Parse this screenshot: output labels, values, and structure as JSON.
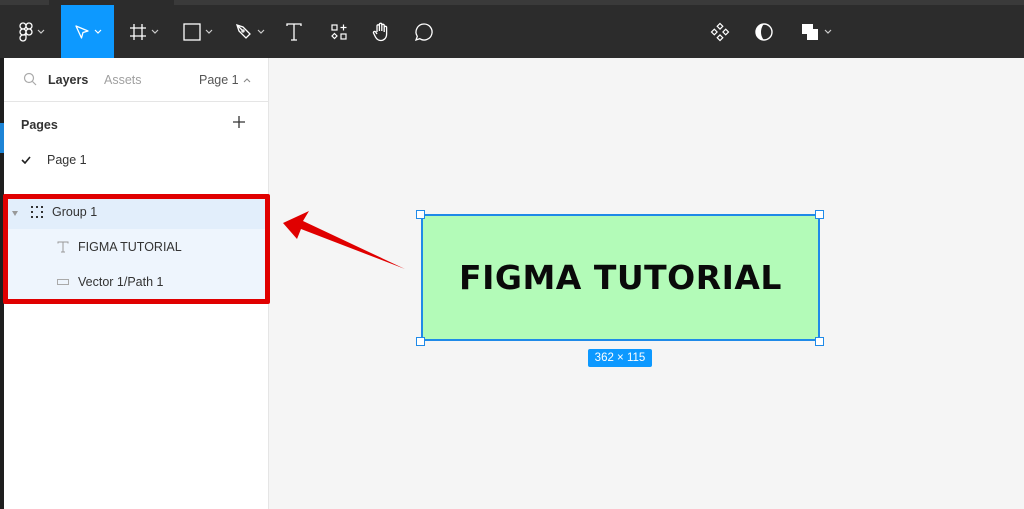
{
  "toolbar": {
    "tools": [
      {
        "name": "main-menu",
        "icon": "figma-logo-icon",
        "has_caret": true
      },
      {
        "name": "move-tool",
        "icon": "cursor-arrow-icon",
        "has_caret": true,
        "active": true
      },
      {
        "name": "frame-tool",
        "icon": "frame-hash-icon",
        "has_caret": true
      },
      {
        "name": "shape-tool",
        "icon": "rectangle-icon",
        "has_caret": true
      },
      {
        "name": "pen-tool",
        "icon": "pen-icon",
        "has_caret": true
      },
      {
        "name": "text-tool",
        "icon": "text-T-icon",
        "has_caret": false
      },
      {
        "name": "resources-tool",
        "icon": "components-grid-icon",
        "has_caret": false
      },
      {
        "name": "hand-tool",
        "icon": "hand-icon",
        "has_caret": false
      },
      {
        "name": "comment-tool",
        "icon": "speech-bubble-icon",
        "has_caret": false
      }
    ],
    "right_tools": [
      {
        "name": "create-component",
        "icon": "component-diamond-icon"
      },
      {
        "name": "mask",
        "icon": "contrast-circle-icon"
      },
      {
        "name": "boolean-ops",
        "icon": "union-squares-icon",
        "has_caret": true
      }
    ],
    "active_color": "#0d99ff"
  },
  "sidebar": {
    "tabs": {
      "layers": "Layers",
      "assets": "Assets",
      "page_selector": "Page 1"
    },
    "pages": {
      "header": "Pages",
      "items": [
        {
          "label": "Page 1",
          "selected": true
        }
      ]
    },
    "layers": [
      {
        "label": "Group 1",
        "type": "group",
        "icon": "group-dashed-icon",
        "expanded": true
      },
      {
        "label": "FIGMA TUTORIAL",
        "type": "text",
        "icon": "text-T-icon"
      },
      {
        "label": "Vector 1/Path 1",
        "type": "vector",
        "icon": "vector-path-icon"
      }
    ]
  },
  "canvas": {
    "frame_text": "FIGMA TUTORIAL",
    "frame_fill": "#b3fbb8",
    "selection_color": "#1f8ae8",
    "dimensions": "362 × 115"
  },
  "annotation": {
    "highlight_color": "#e00000"
  }
}
